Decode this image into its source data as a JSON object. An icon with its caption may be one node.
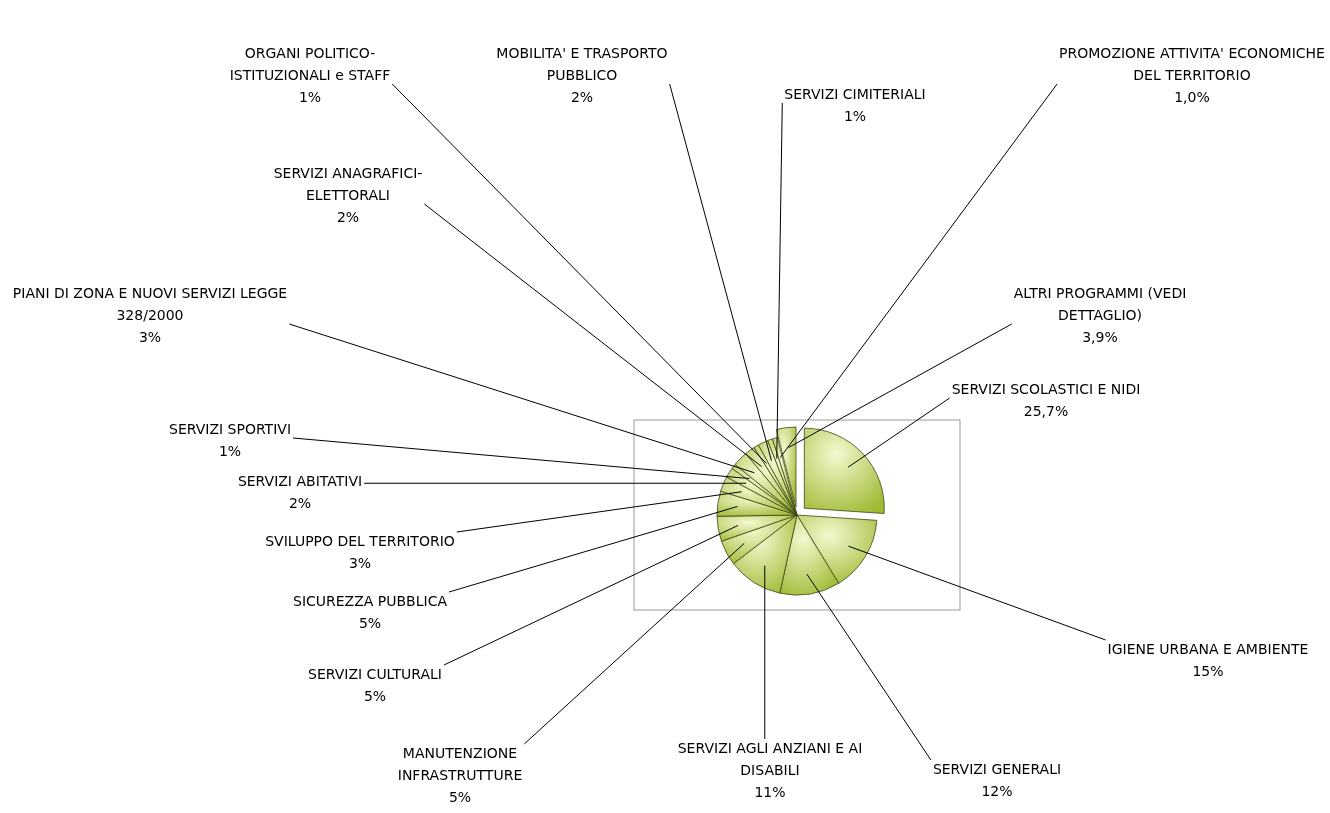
{
  "diagram": {
    "chart_data": {
      "type": "pie",
      "categories": [
        "SERVIZI SCOLASTICI E NIDI",
        "IGIENE URBANA E AMBIENTE",
        "SERVIZI GENERALI",
        "SERVIZI AGLI ANZIANI E AI DISABILI",
        "MANUTENZIONE INFRASTRUTTURE",
        "SERVIZI CULTURALI",
        "SICUREZZA PUBBLICA",
        "SVILUPPO DEL TERRITORIO",
        "SERVIZI ABITATIVI",
        "SERVIZI SPORTIVI",
        "PIANI DI ZONA E NUOVI SERVIZI LEGGE 328/2000",
        "SERVIZI ANAGRAFICI- ELETTORALI",
        "ORGANI POLITICO- ISTITUZIONALI e STAFF",
        "MOBILITA' E TRASPORTO PUBBLICO",
        "SERVIZI CIMITERIALI",
        "PROMOZIONE ATTIVITA' ECONOMICHE DEL TERRITORIO",
        "ALTRI PROGRAMMI (VEDI DETTAGLIO)"
      ],
      "values": [
        25.7,
        15,
        12,
        11,
        5,
        5,
        5,
        3,
        2,
        1,
        3,
        2,
        1,
        2,
        1,
        1.0,
        3.9
      ],
      "value_labels": [
        "25,7%",
        "15%",
        "12%",
        "11%",
        "5%",
        "5%",
        "5%",
        "3%",
        "2%",
        "1%",
        "3%",
        "2%",
        "1%",
        "2%",
        "1%",
        "1,0%",
        "3,9%"
      ]
    }
  }
}
